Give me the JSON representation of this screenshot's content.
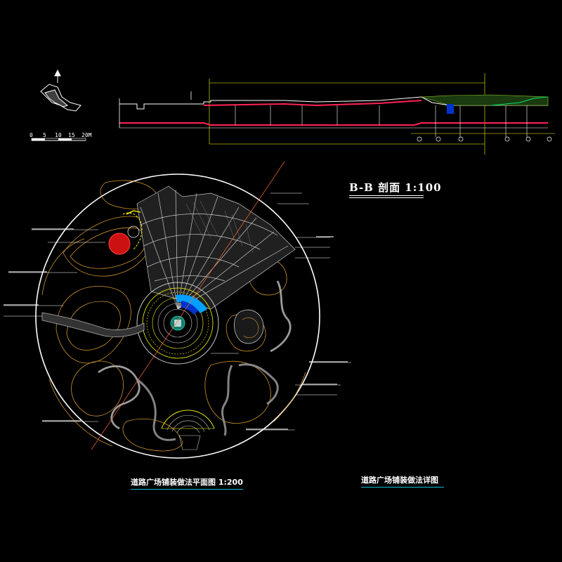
{
  "titles": {
    "section": "B-B 剖面  1:100",
    "plan": "道路广场铺装做法平面图  1:200",
    "detail": "道路广场铺装做法详图"
  },
  "scale_bar": {
    "ticks": [
      "0",
      "5",
      "10",
      "15",
      "20M"
    ]
  },
  "colors": {
    "background": "#000000",
    "section_line": "#ff2255",
    "contour": "#e6a532",
    "paving": "#c8c8c8",
    "highlight_yellow": "#ffff00",
    "plaza_blue": "#00a0ff",
    "feature_red": "#cc1111",
    "leader_line": "#ff6a3c"
  }
}
